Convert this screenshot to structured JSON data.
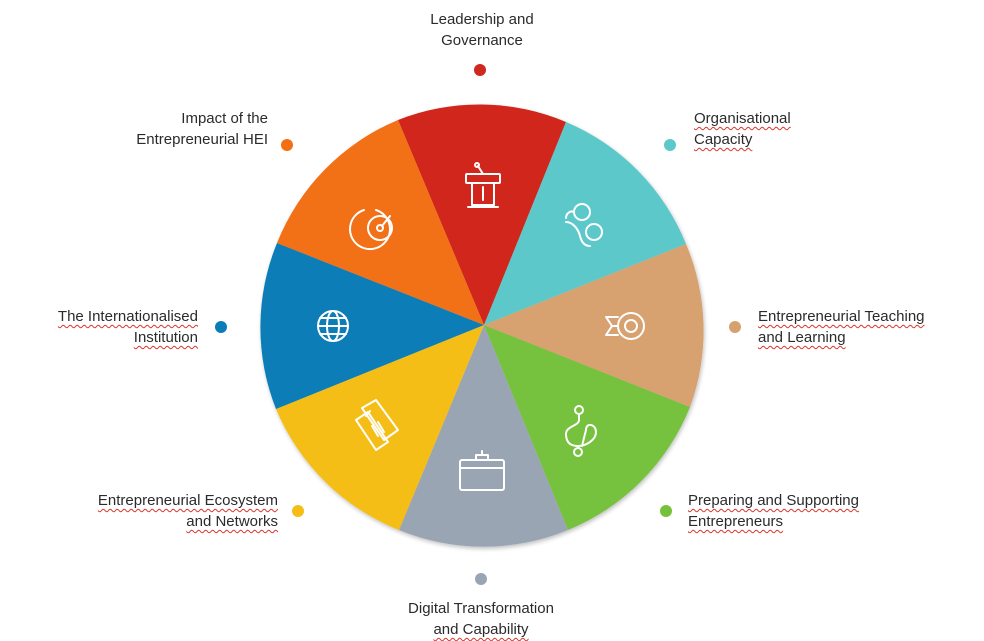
{
  "segments": [
    {
      "key": "leadership",
      "lines": [
        "Leadership and",
        "Governance"
      ],
      "color": "#d0271f",
      "icon": "podium-icon"
    },
    {
      "key": "organisational",
      "lines": [
        "Organisational",
        "Capacity"
      ],
      "color": "#5dc8c9",
      "icon": "people-icon"
    },
    {
      "key": "teaching",
      "lines": [
        "Entrepreneurial Teaching",
        "and Learning"
      ],
      "color": "#d7a16f",
      "icon": "teaching-icon"
    },
    {
      "key": "preparing",
      "lines": [
        "Preparing and Supporting",
        "Entrepreneurs"
      ],
      "color": "#76c13c",
      "icon": "path-icon"
    },
    {
      "key": "digital",
      "lines": [
        "Digital Transformation",
        "and Capability"
      ],
      "color": "#9aa5b4",
      "icon": "briefcase-icon"
    },
    {
      "key": "ecosystem",
      "lines": [
        "Entrepreneurial Ecosystem",
        "and Networks"
      ],
      "color": "#f5be14",
      "icon": "network-icon"
    },
    {
      "key": "international",
      "lines": [
        "The Internationalised",
        "Institution"
      ],
      "color": "#0a7db8",
      "icon": "globe-icon"
    },
    {
      "key": "impact",
      "lines": [
        "Impact of the",
        "Entrepreneurial HEI"
      ],
      "color": "#f26f14",
      "icon": "gauge-icon"
    }
  ]
}
